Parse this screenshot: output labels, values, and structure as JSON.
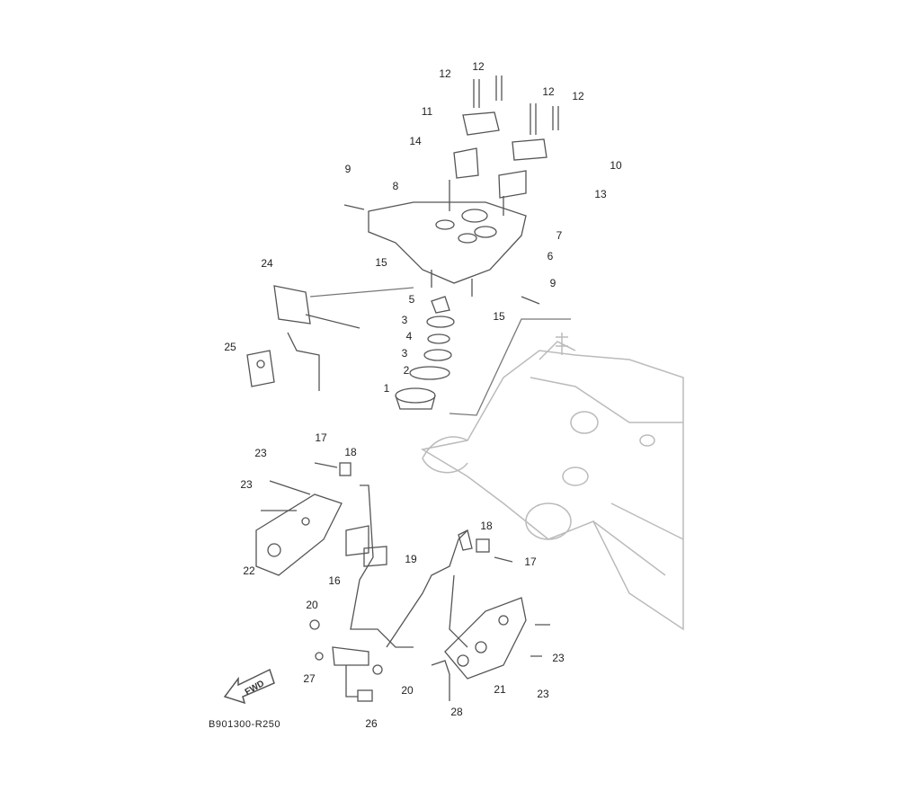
{
  "diagram_code": "B901300-R250",
  "fwd_label": "FWD",
  "callouts": [
    "12",
    "12",
    "12",
    "12",
    "11",
    "14",
    "10",
    "13",
    "9",
    "8",
    "7",
    "6",
    "15",
    "9",
    "15",
    "5",
    "3",
    "4",
    "3",
    "2",
    "1",
    "24",
    "25",
    "17",
    "18",
    "23",
    "23",
    "19",
    "22",
    "16",
    "18",
    "17",
    "20",
    "27",
    "20",
    "26",
    "28",
    "21",
    "23",
    "23"
  ],
  "colors": {
    "line": "#555555",
    "frame": "#bbbbbb"
  }
}
